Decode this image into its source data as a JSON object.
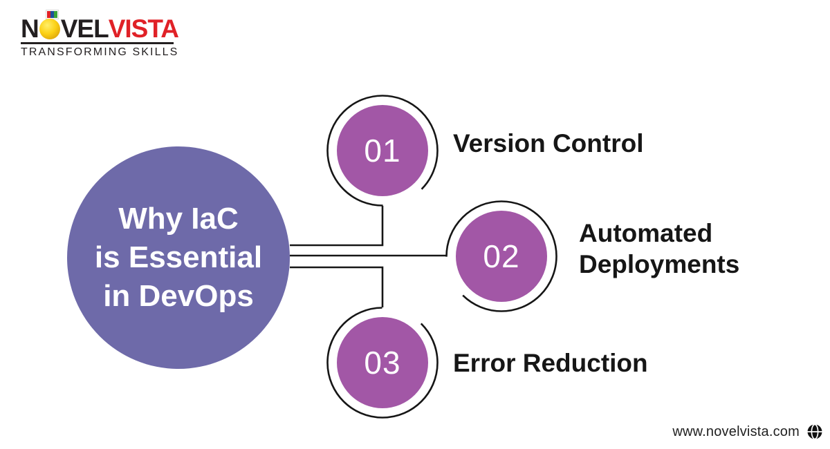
{
  "logo": {
    "word_start": "N",
    "word_mid": "VEL",
    "word_end": "VISTA",
    "tagline": "TRANSFORMING SKILLS"
  },
  "center_circle": {
    "line1": "Why IaC",
    "line2": "is Essential",
    "line3": "in DevOps"
  },
  "items": [
    {
      "number": "01",
      "label": "Version Control"
    },
    {
      "number": "02",
      "label": "Automated\nDeployments"
    },
    {
      "number": "03",
      "label": "Error Reduction"
    }
  ],
  "footer": {
    "website": "www.novelvista.com"
  },
  "colors": {
    "center_circle_fill": "#6e6aa9",
    "item_circle_fill": "#a257a6",
    "connector_stroke": "#161616",
    "label_text": "#161616",
    "logo_black": "#231f20",
    "logo_red": "#e02127",
    "logo_ball_yellow": "#fcd116"
  }
}
